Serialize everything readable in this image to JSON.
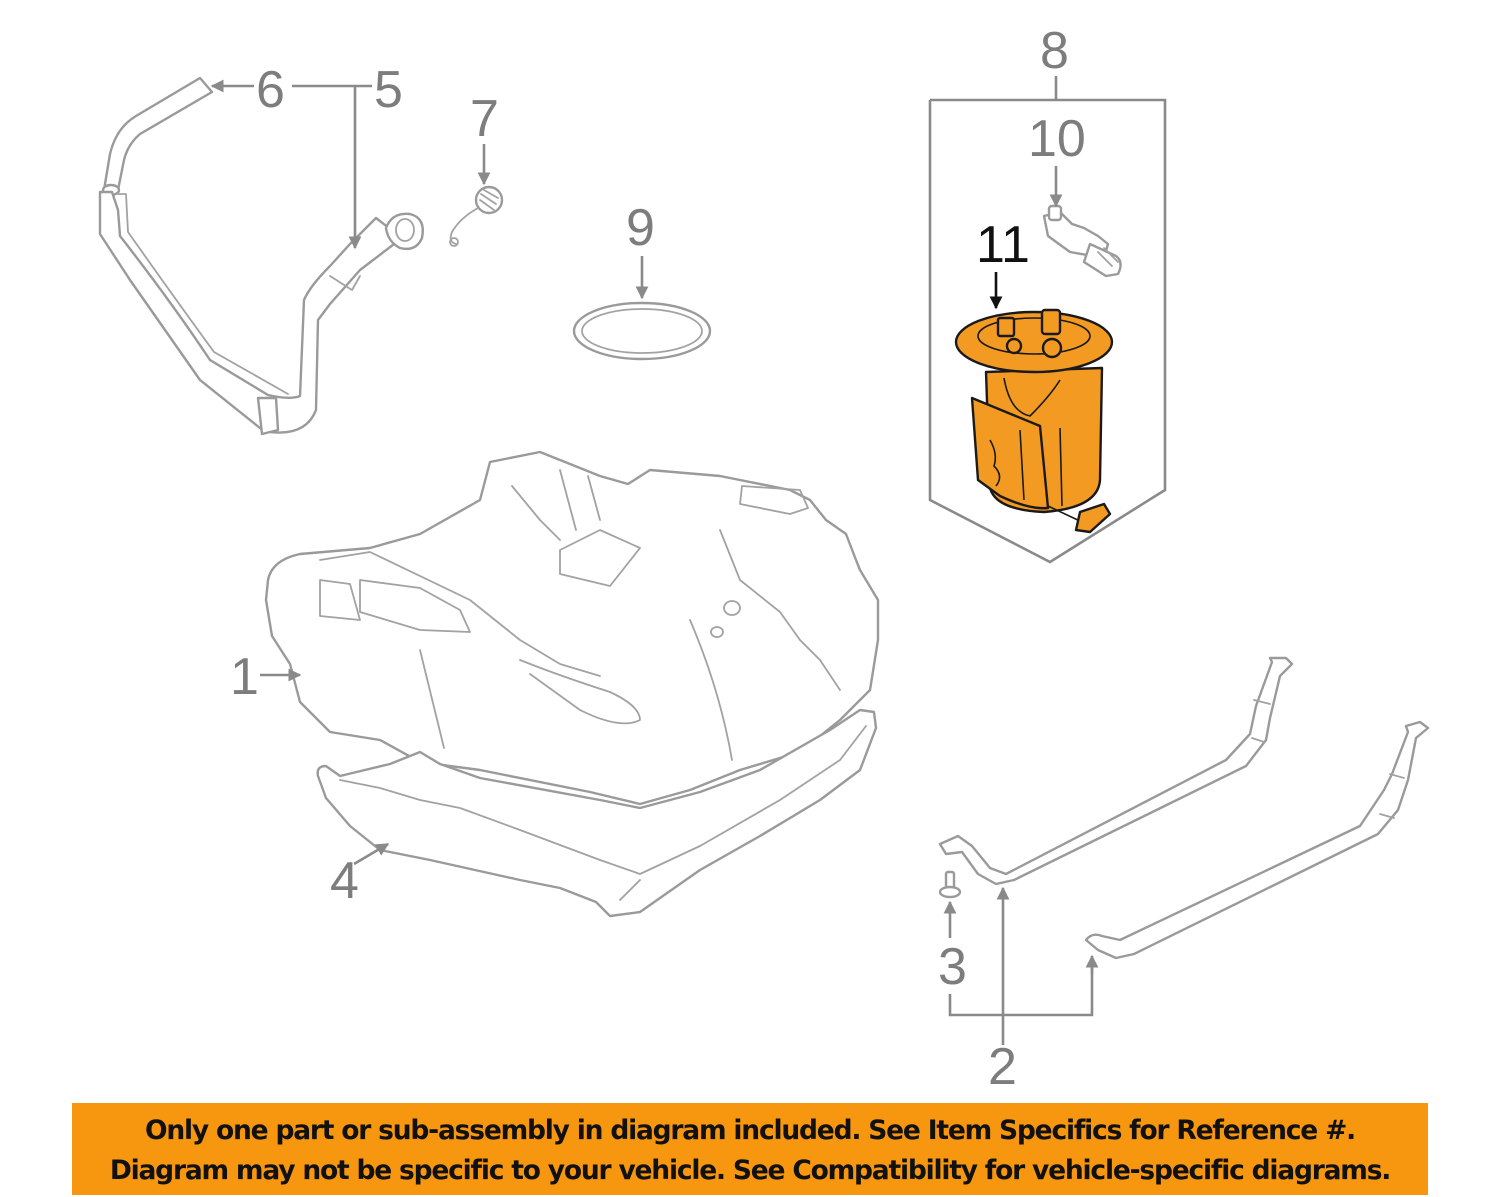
{
  "diagram": {
    "title": "Fuel system components",
    "callouts": [
      {
        "id": "1",
        "label": "1",
        "part": "fuel-tank"
      },
      {
        "id": "2",
        "label": "2",
        "part": "tank-strap"
      },
      {
        "id": "3",
        "label": "3",
        "part": "strap-bolt"
      },
      {
        "id": "4",
        "label": "4",
        "part": "heat-shield"
      },
      {
        "id": "5",
        "label": "5",
        "part": "filler-pipe"
      },
      {
        "id": "6",
        "label": "6",
        "part": "filler-hose"
      },
      {
        "id": "7",
        "label": "7",
        "part": "fuel-cap"
      },
      {
        "id": "8",
        "label": "8",
        "part": "fuel-pump-assembly-group"
      },
      {
        "id": "9",
        "label": "9",
        "part": "seal-ring"
      },
      {
        "id": "10",
        "label": "10",
        "part": "pressure-sensor"
      },
      {
        "id": "11",
        "label": "11",
        "part": "fuel-pump-module",
        "highlighted": true
      }
    ],
    "colors": {
      "highlight": "#f29a21",
      "line": "#8a8a8a",
      "highlight_callout": "#111111"
    }
  },
  "banner": {
    "line1": "Only one part or sub-assembly in diagram included. See Item Specifics for Reference #.",
    "line2": "Diagram may not be specific to your vehicle. See Compatibility for vehicle-specific diagrams.",
    "background": "#f7960f"
  }
}
